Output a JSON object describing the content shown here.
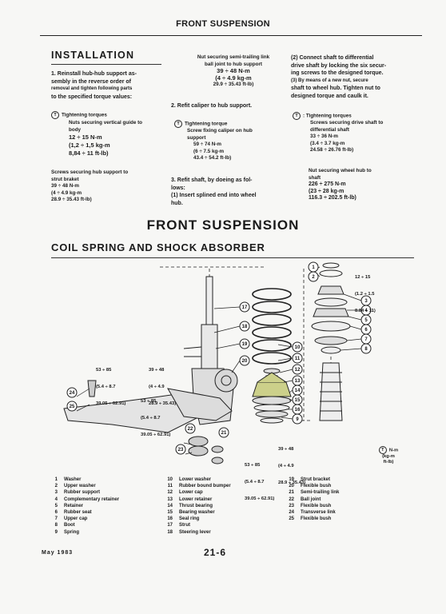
{
  "header": {
    "title": "FRONT SUSPENSION"
  },
  "installation": {
    "title": "INSTALLATION",
    "step1": [
      "1. Reinstall hub-hub support as-",
      "sembly in the reverse order of",
      "removal and tighten following parts",
      "to the specified torque values:"
    ],
    "torque_label": "Tightening torques",
    "vertical_guide": [
      "Nuts securing vertical guide to",
      "body",
      "12 ÷ 15 N-m",
      "(1,2 ÷ 1,5 kg-m",
      "8,84 ÷ 11 ft-lb)"
    ],
    "hub_support": [
      "Screws securing hub support to",
      "strut braket",
      "39 ÷ 48 N-m",
      "(4 ÷ 4.9 kg-m",
      "28.9 ÷ 35.43 ft-lb)"
    ]
  },
  "middle": {
    "ball_joint": [
      "Nut securing semi-trailing link",
      "ball joint to hub support",
      "39 ÷ 48 N-m",
      "(4 ÷ 4.9 kg-m",
      "29.9 ÷ 35.43 ft-lb)"
    ],
    "step2": "2. Refit caliper to hub support.",
    "torque_label": "Tightening torque",
    "caliper": [
      "Screw fixing caliper on hub",
      "support",
      "59 ÷ 74 N-m",
      "(6 ÷ 7.5 kg-m",
      "43.4 ÷ 54.2 ft-lb)"
    ],
    "step3": [
      "3. Refit shaft, by doeing as fol-",
      "lows:",
      "(1) Insert splined end into wheel",
      "hub."
    ]
  },
  "right": {
    "step2": [
      "(2) Connect shaft to differential",
      "drive shaft by locking the six secur-",
      "ing screws to the designed torque.",
      "(3) By means of a new nut, secure",
      "shaft to wheel hub. Tighten nut to",
      "designed torque and caulk it."
    ],
    "torque_label": ": Tightening torques",
    "drive_shaft": [
      "Screws securing drive shaft to",
      "differential shaft",
      "33 ÷ 36 N-m",
      "(3.4 ÷ 3.7 kg-m",
      "24.58 ÷ 26.76 ft-lb)"
    ],
    "wheel_hub": [
      "Nut securing wheel hub to",
      "shaft",
      "226 ÷ 275 N-m",
      "(23 ÷ 28 kg-m",
      "116.3 ÷ 202.5 ft-lb)"
    ]
  },
  "section": {
    "title": "FRONT SUSPENSION",
    "subtitle": "COIL SPRING AND SHOCK ABSORBER"
  },
  "diagram": {
    "callouts": {
      "top_right": [
        "12 ÷ 15",
        "(1.2 ÷ 1.5",
        "8.84 ÷ 11)"
      ],
      "left_a": [
        "53 ÷ 85",
        "(5.4 ÷ 8.7",
        "39.05 ÷ 62.91)"
      ],
      "left_b": [
        "39 ÷ 48",
        "(4 ÷ 4.9",
        "28.9 ÷ 35.43)"
      ],
      "left_c": [
        "53 ÷ 85",
        "(5.4 ÷ 8.7",
        "39.05 ÷ 62.91)"
      ],
      "bottom_a": [
        "39 ÷ 48",
        "(4 ÷ 4.9",
        "28.9 ÷ 35.43)"
      ],
      "bottom_b": [
        "53 ÷ 85",
        "(5.4 ÷ 8.7",
        "39.05 ÷ 62.91)"
      ]
    },
    "unit_legend": [
      "N-m",
      "(kg-m",
      "ft-lb)"
    ],
    "numbers": [
      "1",
      "2",
      "3",
      "4",
      "5",
      "6",
      "7",
      "8",
      "9",
      "10",
      "11",
      "12",
      "13",
      "14",
      "15",
      "16",
      "17",
      "18",
      "19",
      "20",
      "21",
      "22",
      "23",
      "24",
      "25"
    ]
  },
  "parts": [
    {
      "n": "1",
      "name": "Washer"
    },
    {
      "n": "2",
      "name": "Upper washer"
    },
    {
      "n": "3",
      "name": "Rubber support"
    },
    {
      "n": "4",
      "name": "Complementary retainer"
    },
    {
      "n": "5",
      "name": "Retainer"
    },
    {
      "n": "6",
      "name": "Rubber seat"
    },
    {
      "n": "7",
      "name": "Upper cap"
    },
    {
      "n": "8",
      "name": "Boot"
    },
    {
      "n": "9",
      "name": "Spring"
    },
    {
      "n": "10",
      "name": "Lower washer"
    },
    {
      "n": "11",
      "name": "Rubber bound bumper"
    },
    {
      "n": "12",
      "name": "Lower cap"
    },
    {
      "n": "13",
      "name": "Lower retainer"
    },
    {
      "n": "14",
      "name": "Thrust bearing"
    },
    {
      "n": "15",
      "name": "Bearing washer"
    },
    {
      "n": "16",
      "name": "Seal ring"
    },
    {
      "n": "17",
      "name": "Strut"
    },
    {
      "n": "18",
      "name": "Steering lever"
    },
    {
      "n": "19",
      "name": "Strut bracket"
    },
    {
      "n": "20",
      "name": "Flexible bush"
    },
    {
      "n": "21",
      "name": "Semi-trailing link"
    },
    {
      "n": "22",
      "name": "Ball joint"
    },
    {
      "n": "23",
      "name": "Flexible bush"
    },
    {
      "n": "24",
      "name": "Transverse link"
    },
    {
      "n": "25",
      "name": "Flexible bush"
    }
  ],
  "footer": {
    "date": "May 1983",
    "page": "21-6"
  }
}
